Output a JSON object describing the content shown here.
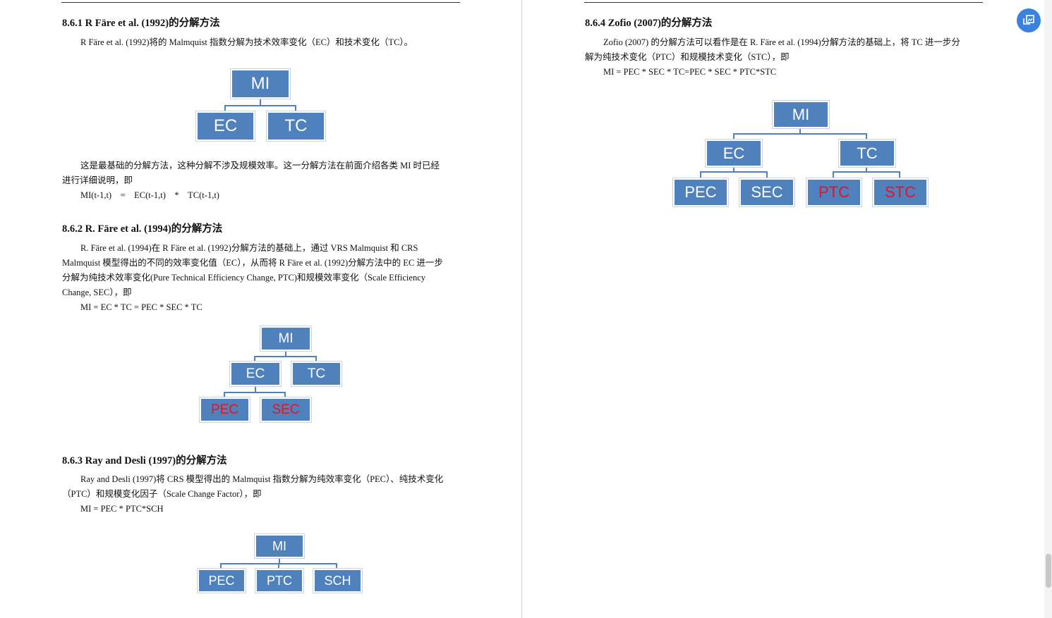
{
  "left": {
    "s1": {
      "title": "8.6.1 R Färe et al. (1992)的分解方法",
      "intro": "R Färe et al. (1992)将的 Malmquist 指数分解为技术效率变化（EC）和技术变化（TC）。",
      "diagram": [
        "MI",
        "EC",
        "TC"
      ],
      "para": [
        "这是最基础的分解方法，这种分解不涉及规模效率。这一分解方法在前面介绍各类 MI 时已经",
        "进行详细说明，即"
      ],
      "formula": "MI(t-1,t)　=　EC(t-1,t)　*　TC(t-1,t)"
    },
    "s2": {
      "title": "8.6.2 R. Färe et al. (1994)的分解方法",
      "para": [
        "R. Färe et al. (1994)在 R Färe et al. (1992)分解方法的基础上，通过 VRS Malmquist 和 CRS",
        "Malmquist 模型得出的不同的效率变化值（EC），从而将 R Färe et al. (1992)分解方法中的 EC 进一步",
        "分解为纯技术效率变化(Pure Technical Efficiency Change, PTC)和规模效率变化（Scale Efficiency",
        "Change, SEC），即"
      ],
      "formula": "MI = EC * TC = PEC * SEC * TC",
      "diagram": [
        "MI",
        "EC",
        "TC",
        "PEC",
        "SEC"
      ]
    },
    "s3": {
      "title": "8.6.3 Ray and Desli (1997)的分解方法",
      "para": [
        "Ray and Desli (1997)将 CRS 模型得出的 Malmquist 指数分解为纯效率变化（PEC）、纯技术变化",
        "（PTC）和规模变化因子（Scale Change Factor），即"
      ],
      "formula": "MI = PEC * PTC*SCH",
      "diagram": [
        "MI",
        "PEC",
        "PTC",
        "SCH"
      ]
    }
  },
  "right": {
    "s4": {
      "title": "8.6.4 Zofio (2007)的分解方法",
      "para": [
        "Zofio (2007) 的分解方法可以看作是在 R. Färe et al. (1994)分解方法的基础上，将 TC 进一步分",
        "解为纯技术变化（PTC）和规模技术变化（STC），即"
      ],
      "formula": "MI = PEC * SEC * TC=PEC * SEC * PTC*STC",
      "diagram": [
        "MI",
        "EC",
        "TC",
        "PEC",
        "SEC",
        "PTC",
        "STC"
      ]
    }
  },
  "colors": {
    "box": "#4f81bd",
    "highlight": "#e8102a",
    "fab": "#3b82e0"
  }
}
